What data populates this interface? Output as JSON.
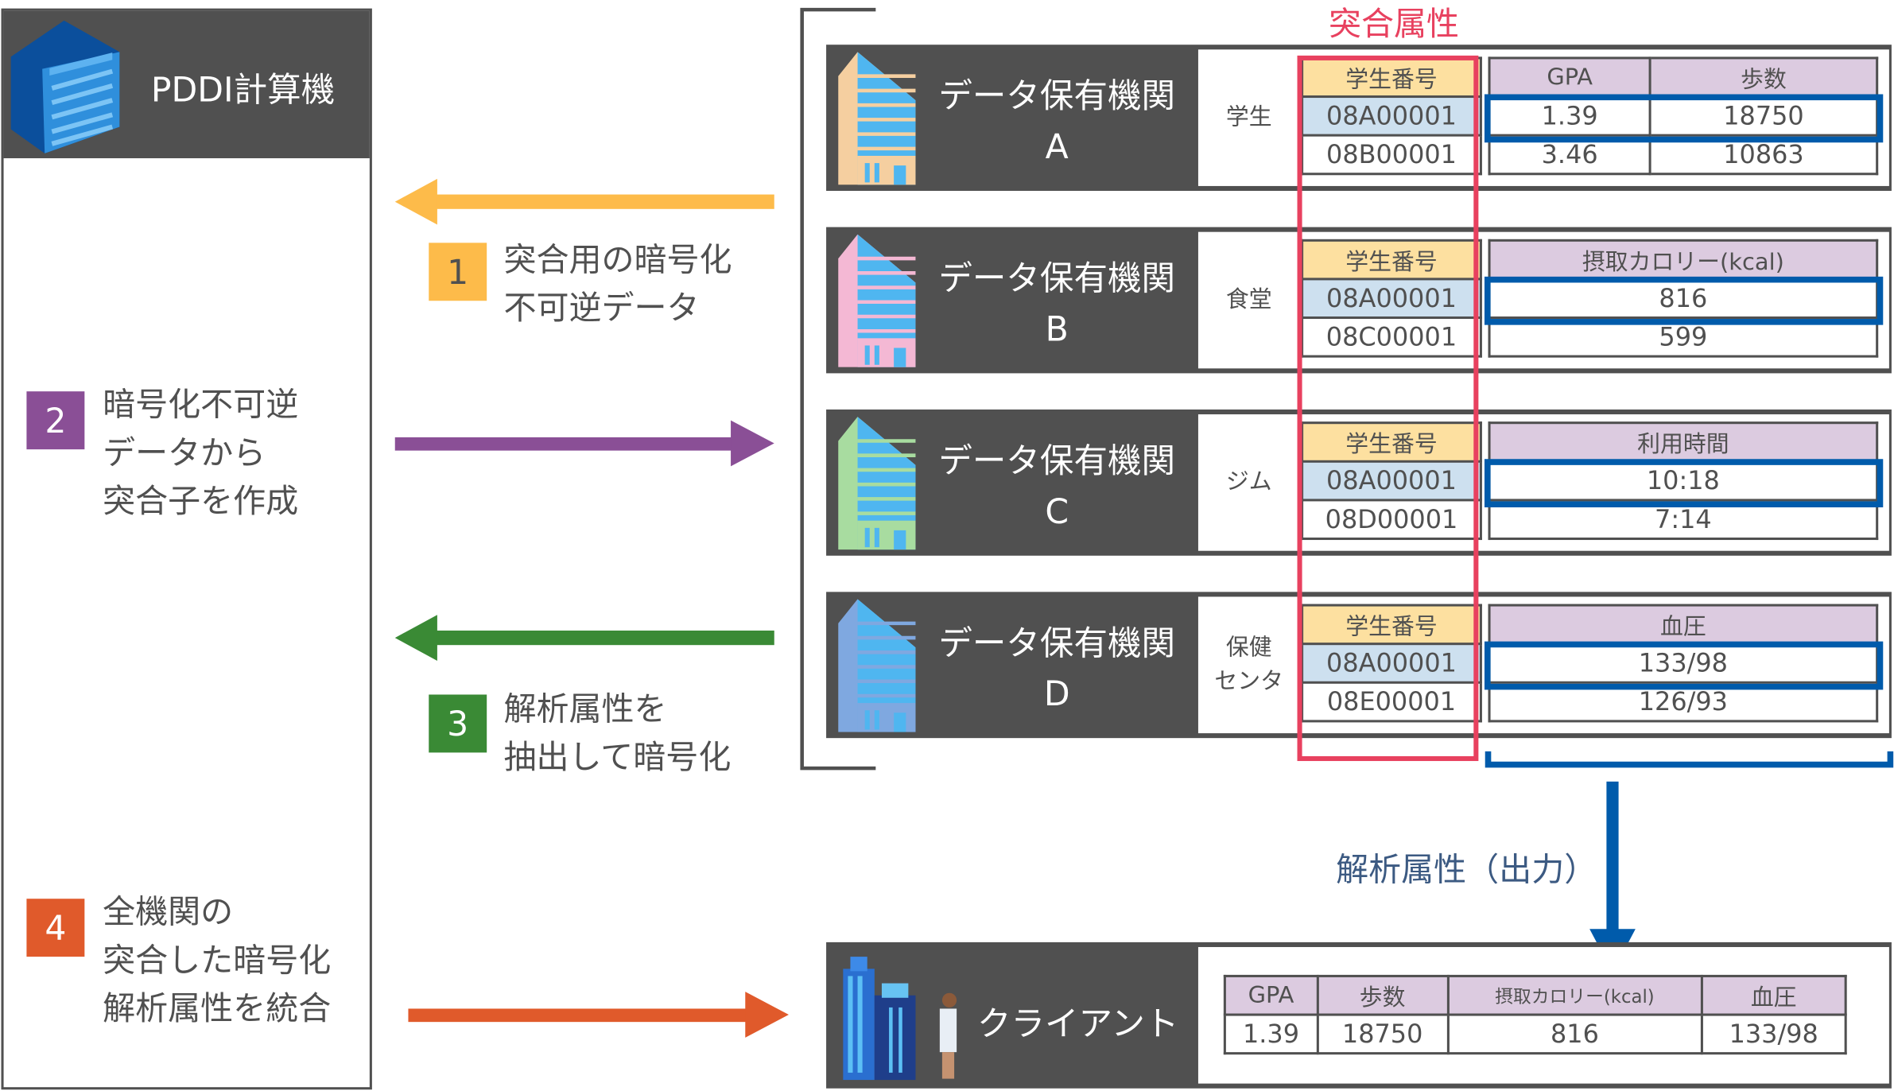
{
  "pddi": {
    "title": "PDDI計算機",
    "icon": "server-rack-icon"
  },
  "steps": [
    {
      "num": "1",
      "lines": [
        "突合用の暗号化",
        "不可逆データ"
      ],
      "color": "#fdbb4a"
    },
    {
      "num": "2",
      "lines": [
        "暗号化不可逆",
        "データから",
        "突合子を作成"
      ],
      "color": "#8a4f96"
    },
    {
      "num": "3",
      "lines": [
        "解析属性を",
        "抽出して暗号化"
      ],
      "color": "#3a8a35"
    },
    {
      "num": "4",
      "lines": [
        "全機関の",
        "突合した暗号化",
        "解析属性を統合"
      ],
      "color": "#e05a2b"
    }
  ],
  "match_attr_label": "突合属性",
  "output_label": "解析属性（出力）",
  "institutions": [
    {
      "title": "データ保有機関",
      "letter": "A",
      "label": [
        "学生"
      ],
      "key_header": "学生番号",
      "keys": [
        "08A00001",
        "08B00001"
      ],
      "headers": [
        "GPA",
        "歩数"
      ],
      "rows": [
        [
          "1.39",
          "18750"
        ],
        [
          "3.46",
          "10863"
        ]
      ],
      "accent": "#f5cfa0"
    },
    {
      "title": "データ保有機関",
      "letter": "B",
      "label": [
        "食堂"
      ],
      "key_header": "学生番号",
      "keys": [
        "08A00001",
        "08C00001"
      ],
      "headers": [
        "摂取カロリー(kcal)"
      ],
      "rows": [
        [
          "816"
        ],
        [
          "599"
        ]
      ],
      "accent": "#f4b8d4"
    },
    {
      "title": "データ保有機関",
      "letter": "C",
      "label": [
        "ジム"
      ],
      "key_header": "学生番号",
      "keys": [
        "08A00001",
        "08D00001"
      ],
      "headers": [
        "利用時間"
      ],
      "rows": [
        [
          "10:18"
        ],
        [
          "7:14"
        ]
      ],
      "accent": "#a8dca0"
    },
    {
      "title": "データ保有機関",
      "letter": "D",
      "label": [
        "保健",
        "センタ"
      ],
      "key_header": "学生番号",
      "keys": [
        "08A00001",
        "08E00001"
      ],
      "headers": [
        "血圧"
      ],
      "rows": [
        [
          "133/98"
        ],
        [
          "126/93"
        ]
      ],
      "accent": "#7fa8e0"
    }
  ],
  "client": {
    "title": "クライアント",
    "headers": [
      "GPA",
      "歩数",
      "摂取カロリー(kcal)",
      "血圧"
    ],
    "row": [
      "1.39",
      "18750",
      "816",
      "133/98"
    ]
  },
  "colors": {
    "match": "#e8415f",
    "output": "#005bab",
    "panel": "#505050"
  }
}
